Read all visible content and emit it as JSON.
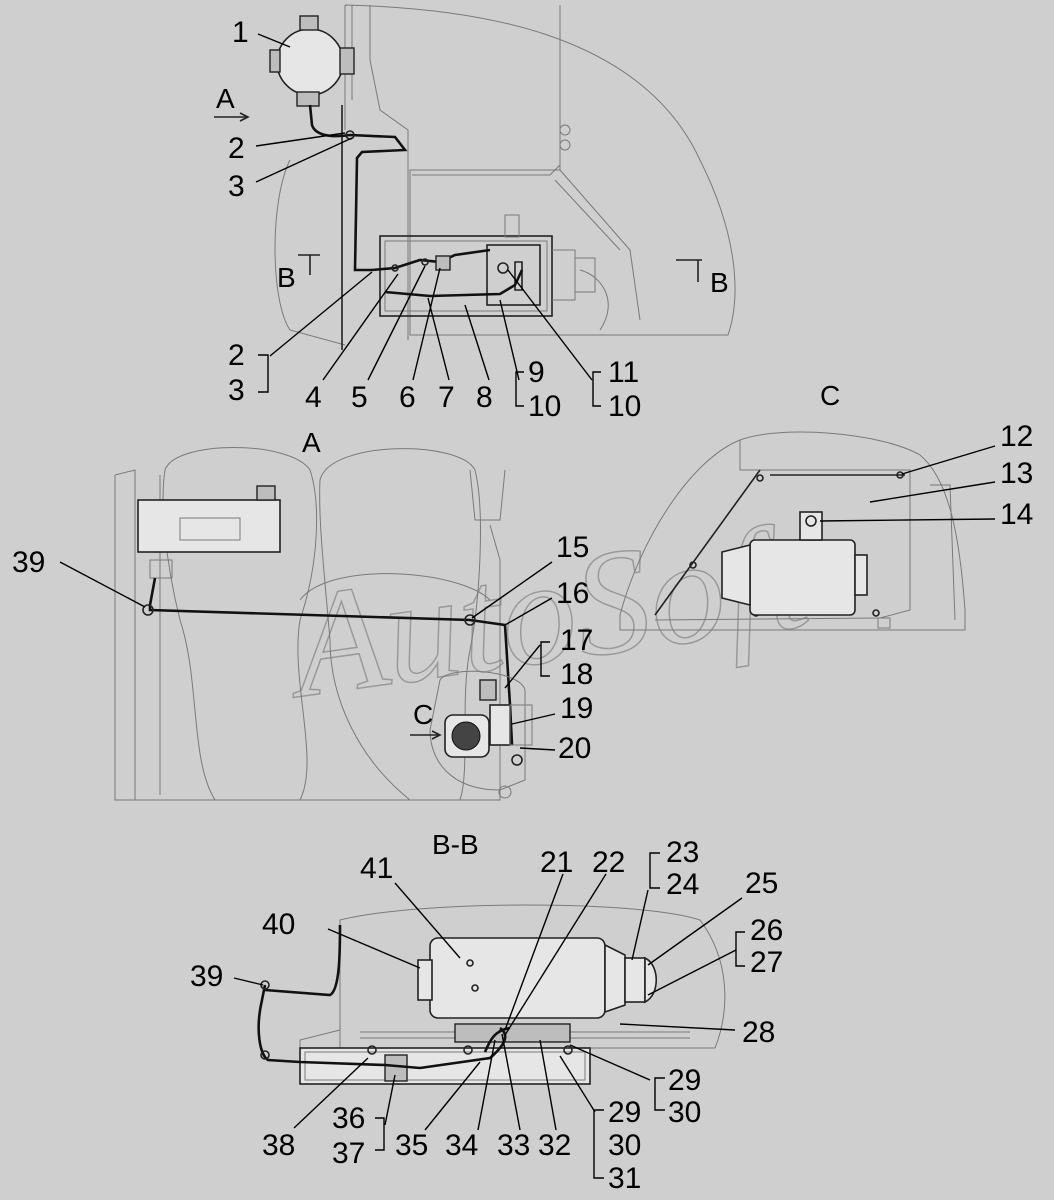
{
  "watermark": "AutoSoft",
  "views": {
    "a": "A",
    "b_left": "B",
    "b_right": "B",
    "a_view": "A",
    "c_view": "C",
    "c_arrow": "C",
    "bb": "B-B"
  },
  "callouts": {
    "n1": "1",
    "n2a": "2",
    "n3a": "3",
    "n2b": "2",
    "n3b": "3",
    "n4": "4",
    "n5": "5",
    "n6": "6",
    "n7": "7",
    "n8": "8",
    "n9": "9",
    "n10a": "10",
    "n11": "11",
    "n10b": "10",
    "n12": "12",
    "n13": "13",
    "n14": "14",
    "n15": "15",
    "n16": "16",
    "n17": "17",
    "n18": "18",
    "n19": "19",
    "n20": "20",
    "n21": "21",
    "n22": "22",
    "n23": "23",
    "n24": "24",
    "n25": "25",
    "n26": "26",
    "n27": "27",
    "n28": "28",
    "n29a": "29",
    "n30a": "30",
    "n29b": "29",
    "n30b": "30",
    "n31": "31",
    "n32": "32",
    "n33": "33",
    "n34": "34",
    "n35": "35",
    "n36": "36",
    "n37": "37",
    "n38": "38",
    "n39a": "39",
    "n39b": "39",
    "n40": "40",
    "n41": "41"
  }
}
